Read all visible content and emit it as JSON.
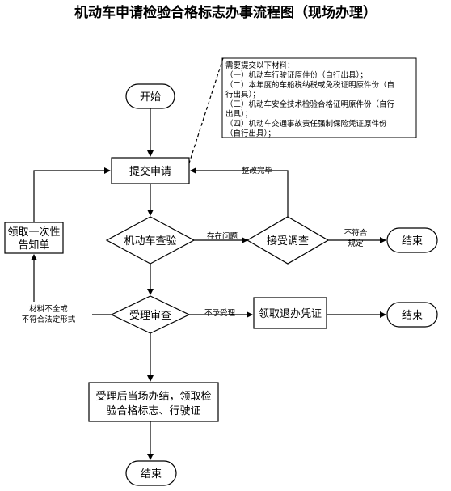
{
  "title": "机动车申请检验合格标志办事流程图（现场办理）",
  "nodes": {
    "start": "开始",
    "submit": "提交申请",
    "inspect": "机动车查验",
    "investigate": "接受调查",
    "end_right": "结束",
    "once_notice_line1": "领取一次性",
    "once_notice_line2": "告知单",
    "review": "受理审查",
    "return_voucher": "领取退办凭证",
    "end_reject": "结束",
    "final_line1": "受理后当场办结，领取检",
    "final_line2": "验合格标志、行驶证",
    "end_bottom": "结束"
  },
  "edges": {
    "has_problem": "存在问题",
    "rectified": "整改完毕",
    "not_comply_line1": "不符合",
    "not_comply_line2": "规定",
    "incomplete_line1": "材料不全或",
    "incomplete_line2": "不符合法定形式",
    "not_accepted": "不予受理"
  },
  "note": {
    "heading": "需要提交以下材料：",
    "lines": [
      "（一）机动车行驶证原件份（自行出具）；",
      "（二）本年度的车船税纳税或免税证明原件份（自",
      "行出具）；",
      "（三）机动车安全技术检验合格证明原件份（自行",
      "出具）；",
      "（四）机动车交通事故责任强制保险凭证原件份",
      "（自行出具）；"
    ]
  }
}
